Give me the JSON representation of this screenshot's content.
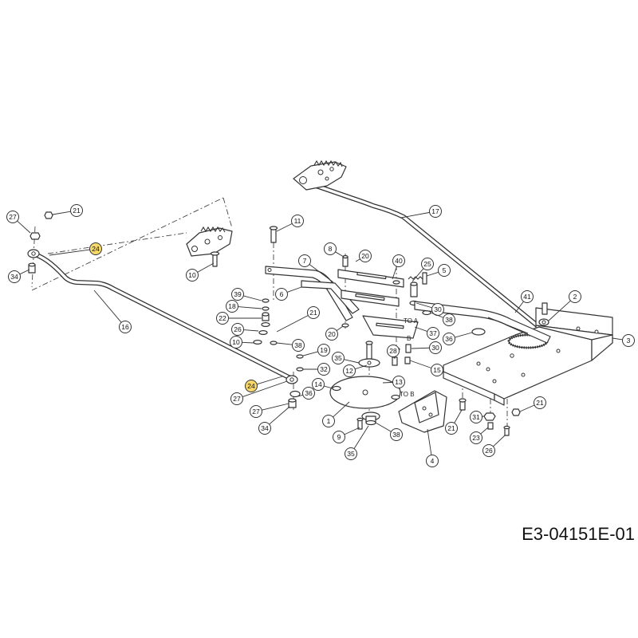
{
  "diagram": {
    "drawing_code": "E3-04151E-01",
    "highlight_color": "#f6d86b",
    "line_color": "#333333",
    "notes": {
      "to_a": "TO A",
      "b": "B",
      "to_b": "TO B"
    },
    "callouts": [
      {
        "label": "21"
      },
      {
        "label": "27"
      },
      {
        "label": "24",
        "highlighted": true
      },
      {
        "label": "34"
      },
      {
        "label": "16"
      },
      {
        "label": "10"
      },
      {
        "label": "11"
      },
      {
        "label": "17"
      },
      {
        "label": "8"
      },
      {
        "label": "20"
      },
      {
        "label": "40"
      },
      {
        "label": "7"
      },
      {
        "label": "25"
      },
      {
        "label": "5"
      },
      {
        "label": "6"
      },
      {
        "label": "39"
      },
      {
        "label": "18"
      },
      {
        "label": "22"
      },
      {
        "label": "21"
      },
      {
        "label": "30"
      },
      {
        "label": "38"
      },
      {
        "label": "41"
      },
      {
        "label": "2"
      },
      {
        "label": "26"
      },
      {
        "label": "20"
      },
      {
        "label": "37"
      },
      {
        "label": "36"
      },
      {
        "label": "3"
      },
      {
        "label": "10"
      },
      {
        "label": "38"
      },
      {
        "label": "30"
      },
      {
        "label": "19"
      },
      {
        "label": "35"
      },
      {
        "label": "12"
      },
      {
        "label": "28"
      },
      {
        "label": "32"
      },
      {
        "label": "15"
      },
      {
        "label": "13"
      },
      {
        "label": "14"
      },
      {
        "label": "24",
        "highlighted": true
      },
      {
        "label": "36"
      },
      {
        "label": "27"
      },
      {
        "label": "27"
      },
      {
        "label": "1"
      },
      {
        "label": "34"
      },
      {
        "label": "21"
      },
      {
        "label": "31"
      },
      {
        "label": "21"
      },
      {
        "label": "9"
      },
      {
        "label": "38"
      },
      {
        "label": "23"
      },
      {
        "label": "26"
      },
      {
        "label": "35"
      },
      {
        "label": "4"
      }
    ]
  }
}
